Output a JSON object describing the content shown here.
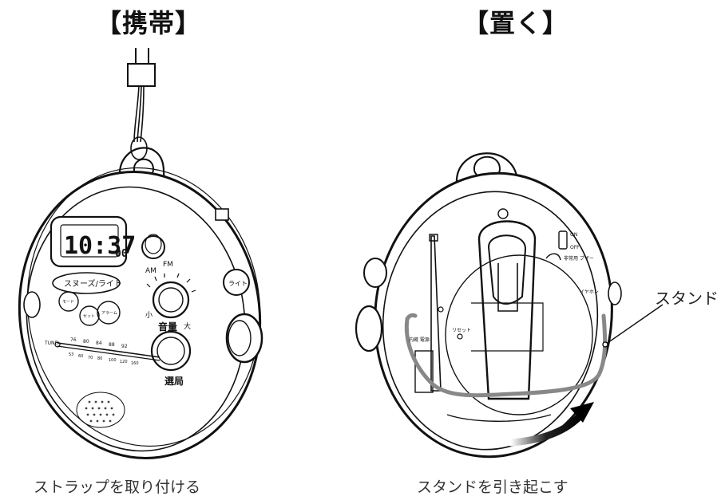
{
  "headings": {
    "left": "【携帯】",
    "right": "【置く】"
  },
  "captions": {
    "left": "ストラップを取り付ける",
    "right": "スタンドを引き起こす"
  },
  "callouts": {
    "stand": "スタンド"
  },
  "radio_front": {
    "clock_time": "10:37",
    "clock_seconds": "00",
    "band_fm": "FM",
    "band_am": "AM",
    "snooze_light_button": "スヌーズ/ライト",
    "button_labels": [
      "モード",
      "セット",
      "アラーム"
    ],
    "volume_small": "小",
    "volume_label": "音量",
    "volume_large": "大",
    "tune_label": "選局",
    "tune_side": "TUNE",
    "fm_scale": [
      "76",
      "80",
      "84",
      "88",
      "92"
    ],
    "am_scale": [
      "53",
      "60",
      "70",
      "80",
      "100",
      "120",
      "160"
    ],
    "side_button": "ライト"
  },
  "radio_back": {
    "label_internal": "内蔵\n電源",
    "label_reset": "リセット",
    "label_on": "ON",
    "label_off": "OFF",
    "label_buzzer": "非常用\nブザー",
    "label_earphone": "イヤホン"
  }
}
